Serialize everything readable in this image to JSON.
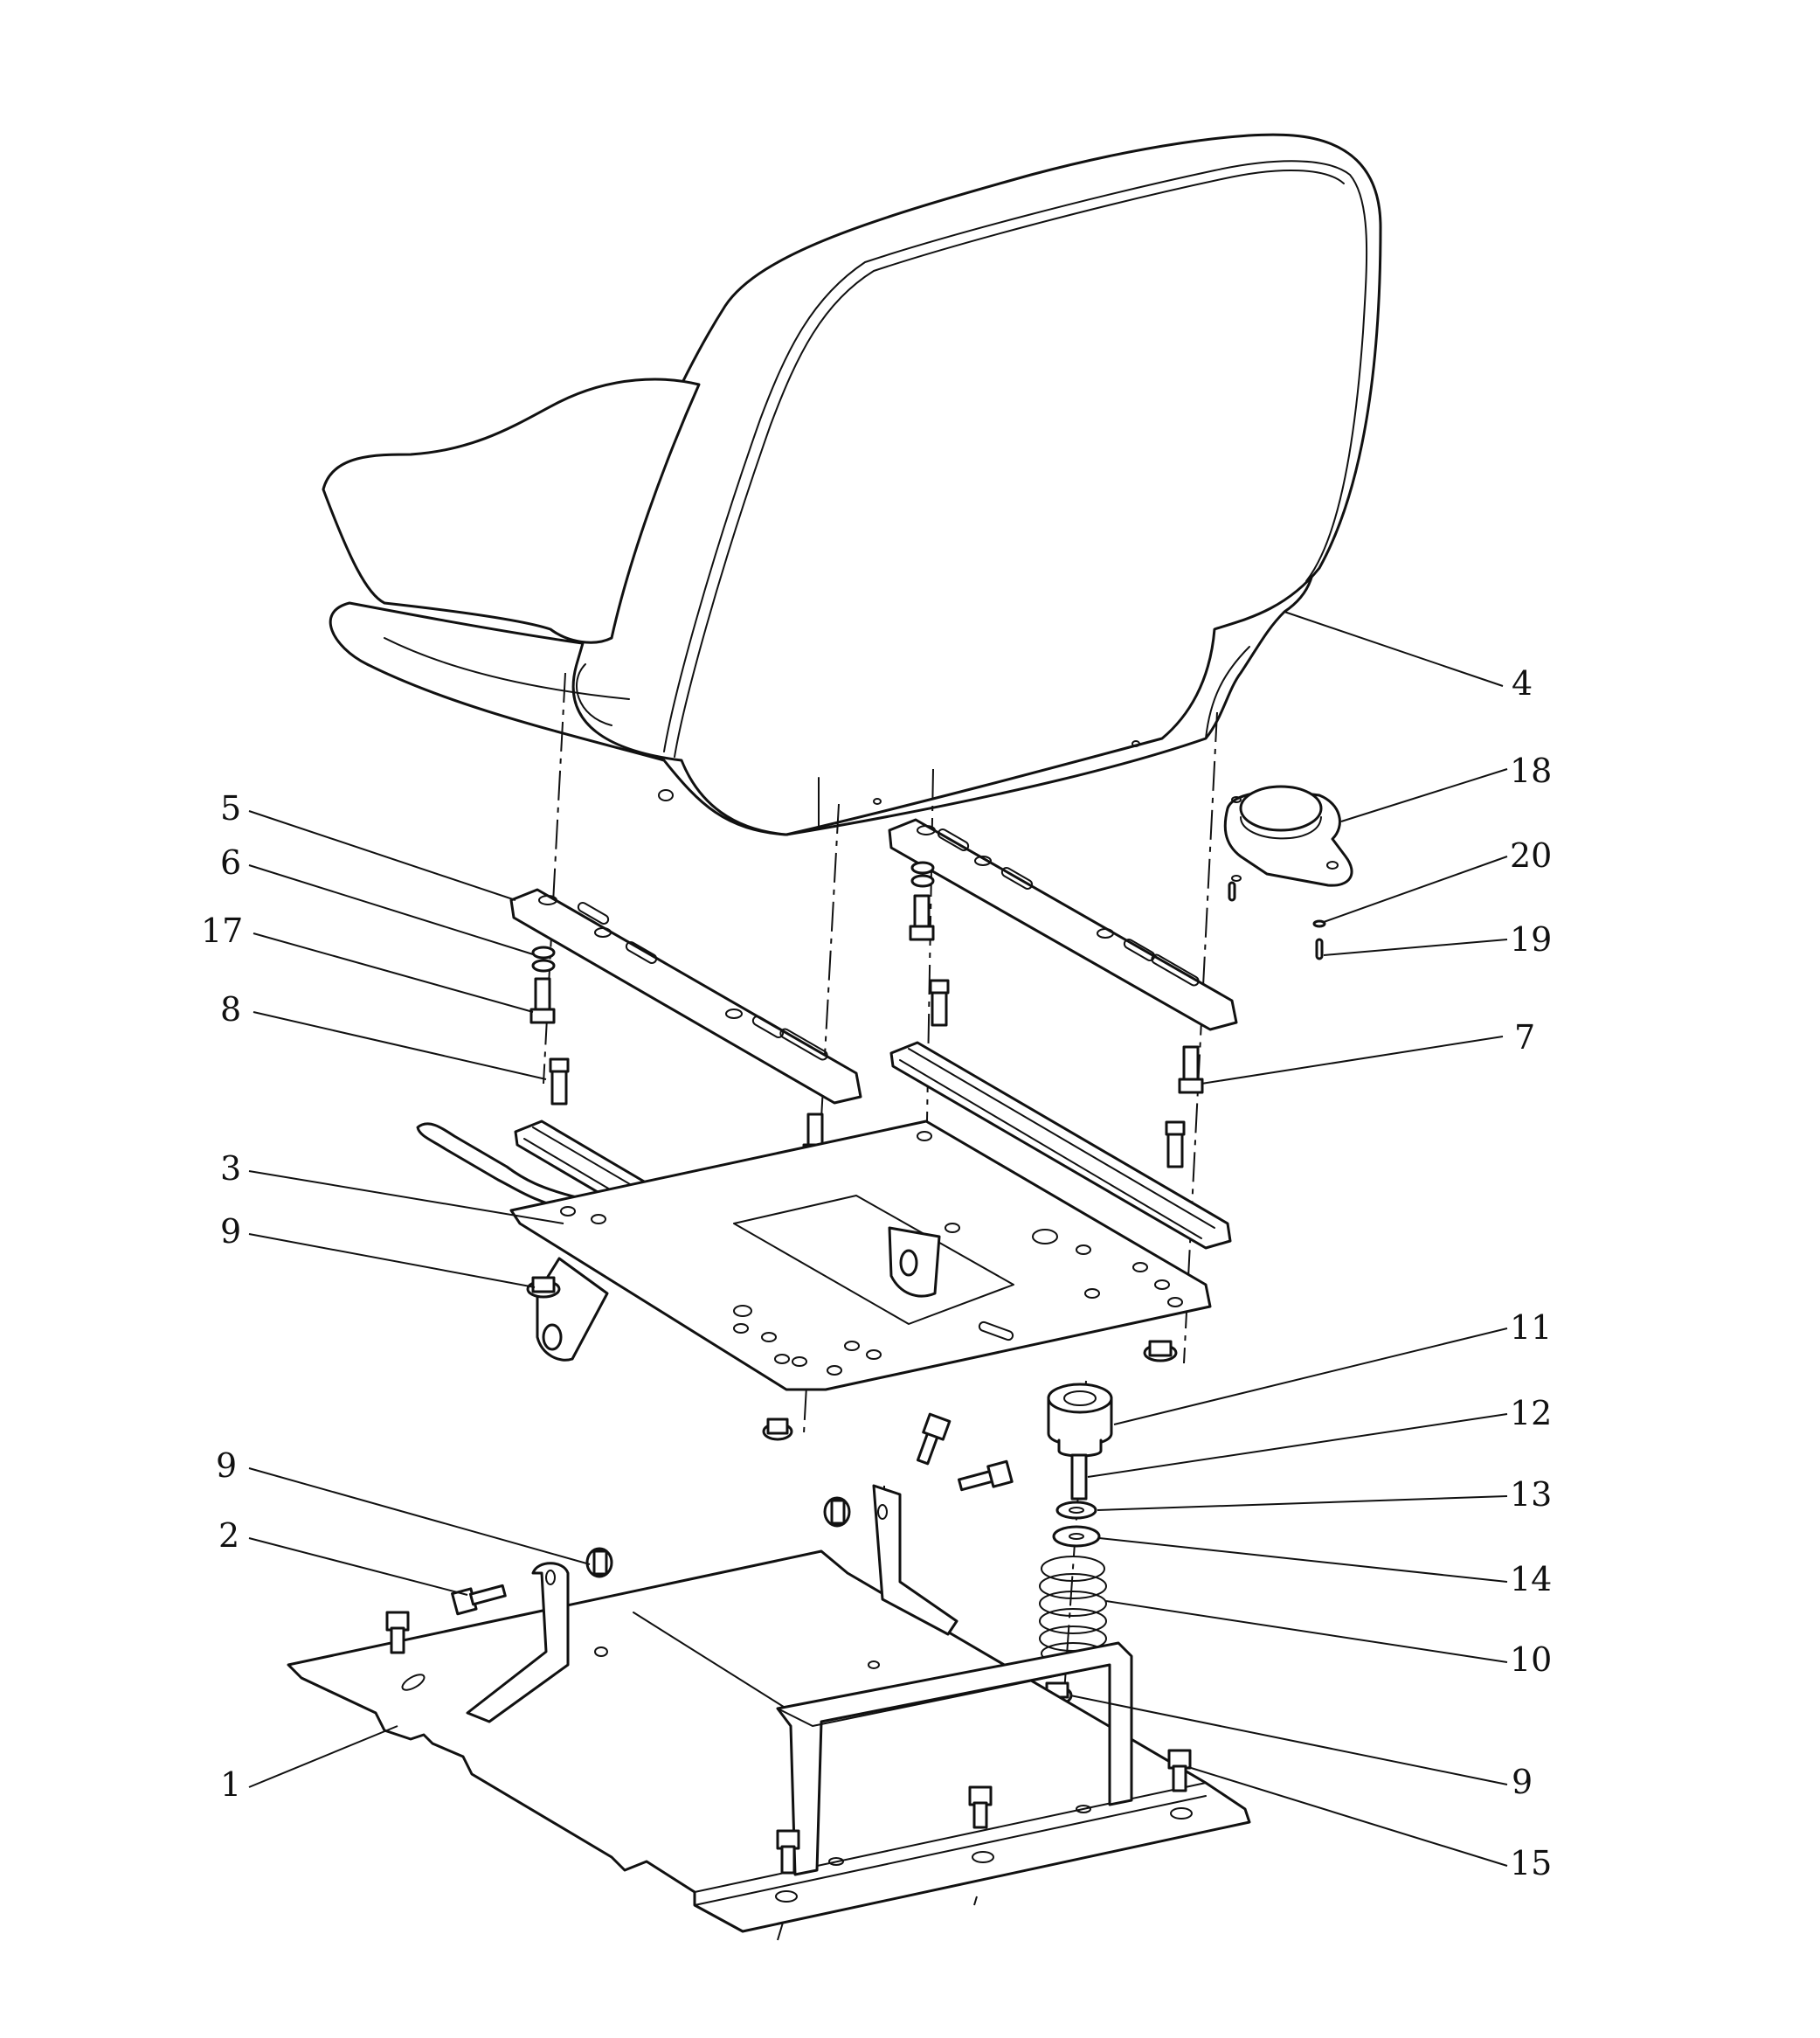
{
  "callouts": [
    {
      "id": "c4",
      "text": "4"
    },
    {
      "id": "c18",
      "text": "18"
    },
    {
      "id": "c20",
      "text": "20"
    },
    {
      "id": "c19",
      "text": "19"
    },
    {
      "id": "c7",
      "text": "7"
    },
    {
      "id": "c5",
      "text": "5"
    },
    {
      "id": "c6",
      "text": "6"
    },
    {
      "id": "c17",
      "text": "17"
    },
    {
      "id": "c8",
      "text": "8"
    },
    {
      "id": "c3",
      "text": "3"
    },
    {
      "id": "c9a",
      "text": "9"
    },
    {
      "id": "c11",
      "text": "11"
    },
    {
      "id": "c12",
      "text": "12"
    },
    {
      "id": "c13",
      "text": "13"
    },
    {
      "id": "c14",
      "text": "14"
    },
    {
      "id": "c10",
      "text": "10"
    },
    {
      "id": "c9b",
      "text": "9"
    },
    {
      "id": "c2",
      "text": "2"
    },
    {
      "id": "c1",
      "text": "1"
    },
    {
      "id": "c9c",
      "text": "9"
    },
    {
      "id": "c15",
      "text": "15"
    }
  ],
  "colors": {
    "line": "#111111",
    "background": "#ffffff"
  }
}
